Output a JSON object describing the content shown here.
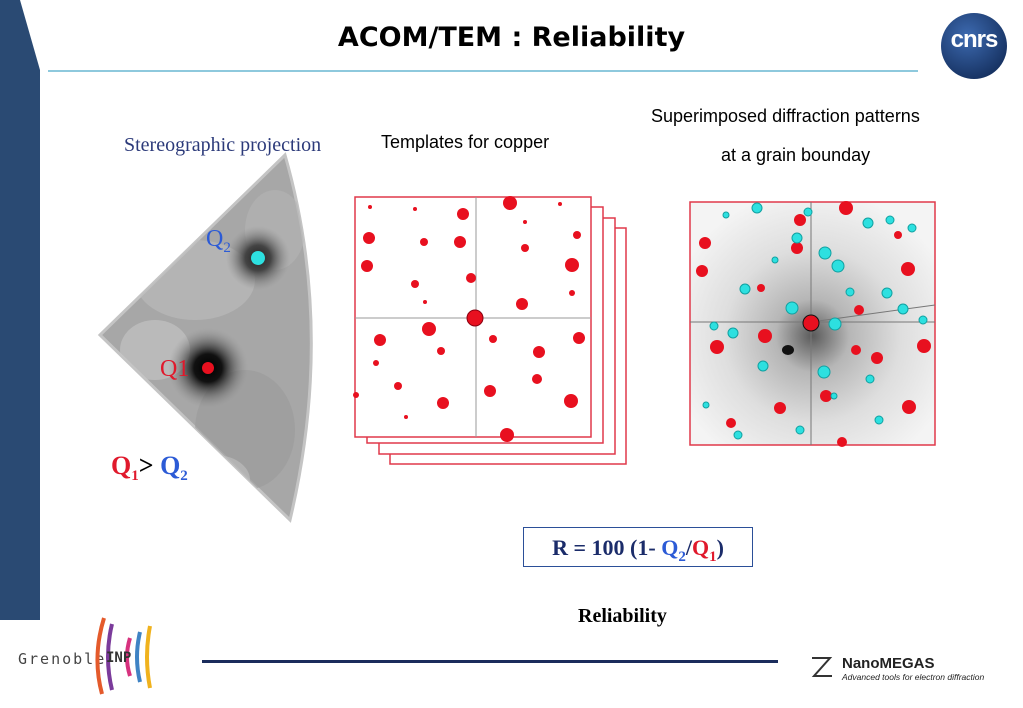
{
  "slide": {
    "title": "ACOM/TEM : Reliability"
  },
  "left_panel": {
    "label": "Stereographic projection",
    "q2_label": "Q",
    "q2_sub": "2",
    "q1_label": "Q1",
    "comparison": {
      "q1": "Q",
      "q1_sub": "1",
      "operator": ">",
      "q2": "Q",
      "q2_sub": "2"
    }
  },
  "middle_panel": {
    "label": "Templates for copper"
  },
  "right_panel": {
    "label_line1": "Superimposed diffraction patterns",
    "label_line2": "at a grain bounday"
  },
  "formula": {
    "prefix": "R = 100 (1- ",
    "q2": "Q",
    "q2_sub": "2",
    "slash": "/",
    "q1": "Q",
    "q1_sub": "1",
    "suffix": ")"
  },
  "caption": "Reliability",
  "logos": {
    "cnrs": "cnrs",
    "grenoble": "Grenoble",
    "inp": "INP",
    "nanomegas_name": "NanoMEGAS",
    "nanomegas_tagline": "Advanced tools for electron diffraction"
  },
  "colors": {
    "q1": "#e0192c",
    "q2": "#2c5bd6",
    "accent_bar": "#2a4a73",
    "template_border": "#e0384a",
    "spot_red": "#e8101f",
    "spot_cyan": "#2de0e0"
  }
}
